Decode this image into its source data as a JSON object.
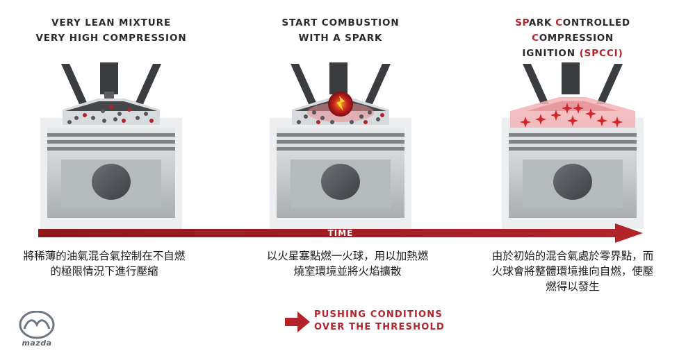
{
  "panels": [
    {
      "heading_lines": [
        "VERY LEAN MIXTURE",
        "VERY HIGH COMPRESSION"
      ],
      "caption": "將稀薄的油氣混合氣控制在不自燃的極限情況下進行壓縮"
    },
    {
      "heading_lines": [
        "START COMBUSTION",
        "WITH A SPARK"
      ],
      "caption": "以火星塞點燃一火球，用以加熱燃燒室環境並將火焰擴散"
    },
    {
      "heading_segments": [
        {
          "text": "SP",
          "color": "red"
        },
        {
          "text": "ARK ",
          "color": "dark"
        },
        {
          "text": "C",
          "color": "red"
        },
        {
          "text": "ONTROLLED ",
          "color": "dark"
        },
        {
          "text": "C",
          "color": "red"
        },
        {
          "text": "OMPRESSION",
          "color": "dark"
        }
      ],
      "heading_line2_segments": [
        {
          "text": "IGNITION ",
          "color": "dark"
        },
        {
          "text": "(SPCCI)",
          "color": "red"
        }
      ],
      "caption": "由於初始的混合氣處於零界點，而火球會將整體環境推向自燃，使壓燃得以發生"
    }
  ],
  "timeline": {
    "label": "TIME"
  },
  "push": {
    "line1": "PUSHING CONDITIONS",
    "line2": "OVER THE THRESHOLD"
  },
  "logo": {
    "wordmark": "mazda"
  },
  "colors": {
    "accent_red": "#b3232a",
    "heading_dark": "#2a2a2a",
    "piston_grey": "#9aa0a5",
    "head_dark": "#3a3d40"
  }
}
